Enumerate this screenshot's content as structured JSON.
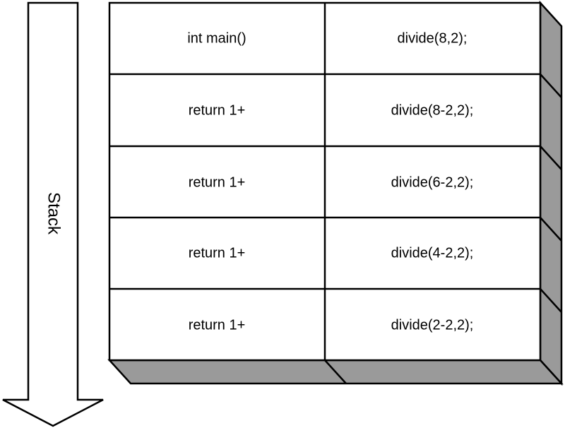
{
  "stack_label": "Stack",
  "rows": [
    {
      "left": "int main()",
      "right": "divide(8,2);"
    },
    {
      "left": "return 1+",
      "right": "divide(8-2,2);"
    },
    {
      "left": "return 1+",
      "right": "divide(6-2,2);"
    },
    {
      "left": "return 1+",
      "right": "divide(4-2,2);"
    },
    {
      "left": "return 1+",
      "right": "divide(2-2,2);"
    }
  ],
  "colors": {
    "face": "#ffffff",
    "side": "#9a9a9a",
    "bottom": "#9a9a9a",
    "stroke": "#000000"
  }
}
